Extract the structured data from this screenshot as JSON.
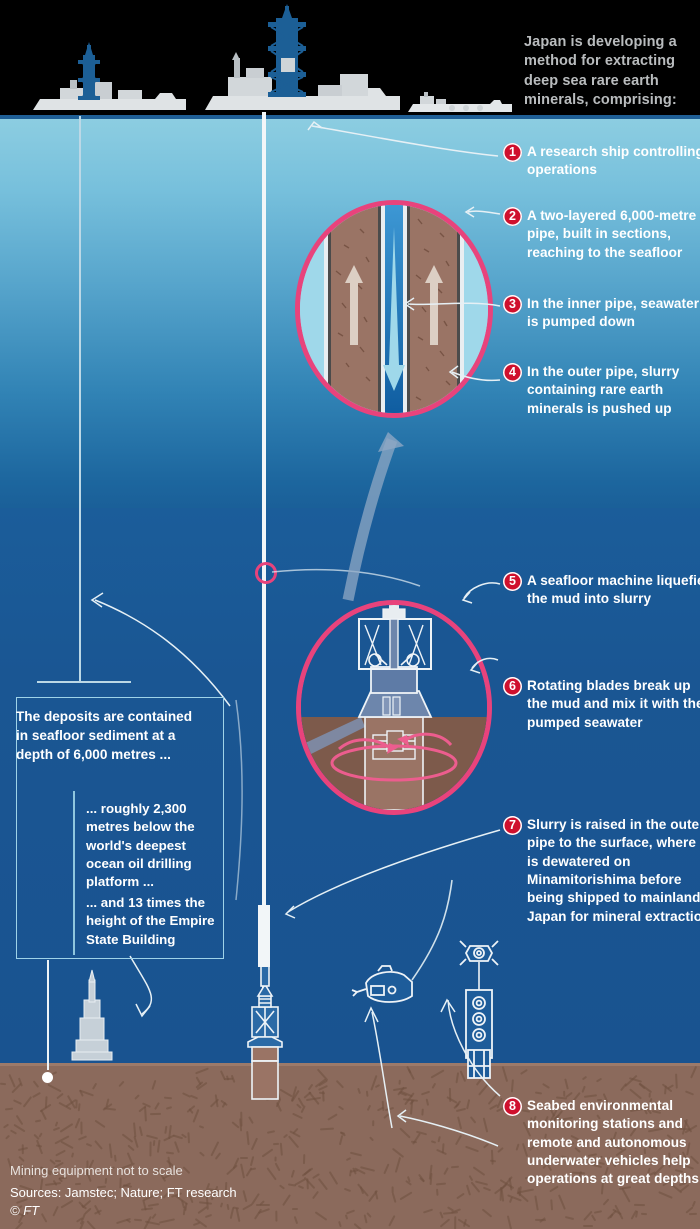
{
  "intro": "Japan is developing a method for extracting deep sea rare earth minerals, comprising:",
  "notes": [
    {
      "n": "1",
      "text": "A research ship controlling operations"
    },
    {
      "n": "2",
      "text": "A two-layered 6,000-metre pipe, built in sections, reaching to the seafloor"
    },
    {
      "n": "3",
      "text": "In the inner pipe, seawater is pumped down"
    },
    {
      "n": "4",
      "text": "In the outer pipe, slurry containing rare earth minerals is pushed up"
    },
    {
      "n": "5",
      "text": "A seafloor machine liquefies the mud into slurry"
    },
    {
      "n": "6",
      "text": "Rotating blades break up the mud and mix it with the pumped seawater"
    },
    {
      "n": "7",
      "text": "Slurry is raised in the outer pipe to the surface, where it is dewatered on Minamitorishima before being shipped to mainland Japan for mineral extraction"
    },
    {
      "n": "8",
      "text": "Seabed environmental monitoring stations and remote and autonomous underwater vehicles help operations at great depths"
    }
  ],
  "infobox": {
    "primary": "The deposits are contained in seafloor sediment at a depth of 6,000 metres ...",
    "compare1": "... roughly 2,300 metres below the world's deepest ocean oil drilling platform ...",
    "compare2": "... and 13 times the height of the Empire State Building"
  },
  "footer": {
    "scale_note": "Mining equipment not to scale",
    "sources": "Sources: Jamstec; Nature; FT research",
    "copyright": "© FT"
  },
  "colors": {
    "badge": "#cf102d",
    "ring": "#e8437c",
    "deep_water": "#1a5693",
    "seabed": "#8b6a5c",
    "slurry": "#8b6a5c",
    "seawater_arrow": "#9fd8ea"
  },
  "diagram": {
    "depth_metres": 6000,
    "below_deepest_platform_metres": 2300,
    "empire_state_multiples": 13,
    "pipe_layers": 2
  }
}
